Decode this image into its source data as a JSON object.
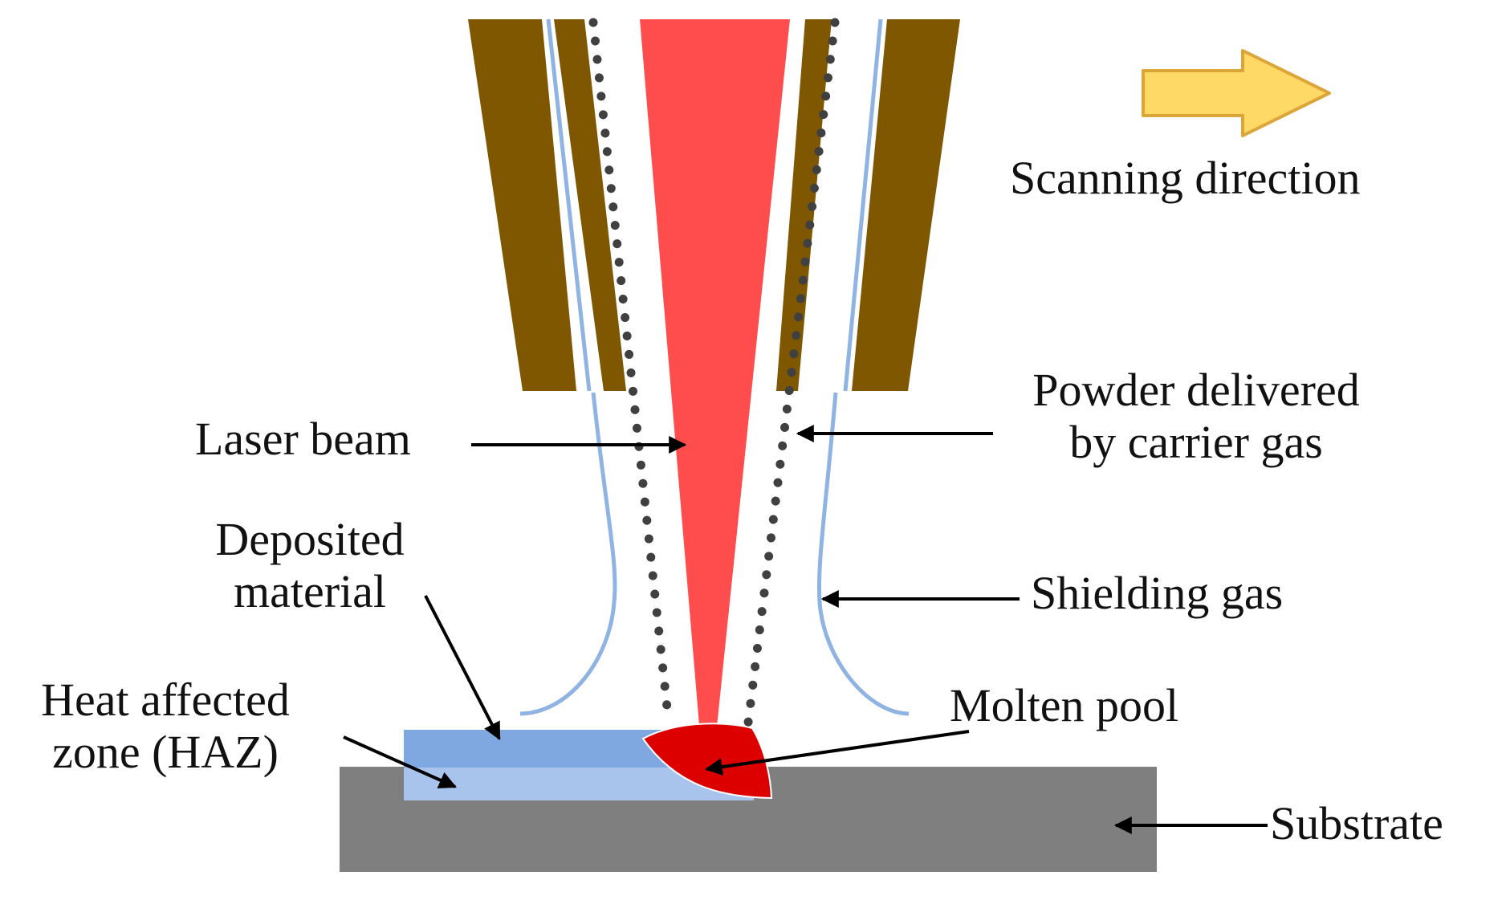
{
  "diagram": {
    "scan_label": "Scanning direction",
    "labels": {
      "laser_beam": "Laser beam",
      "powder_line1": "Powder delivered",
      "powder_line2": "by carrier gas",
      "deposited_line1": "Deposited",
      "deposited_line2": "material",
      "shielding_gas": "Shielding gas",
      "haz_line1": "Heat affected",
      "haz_line2": "zone (HAZ)",
      "molten_pool": "Molten pool",
      "substrate": "Substrate"
    },
    "colors": {
      "nozzle": "#7f5700",
      "laser": "#ff4d4d",
      "molten_pool": "#dd0000",
      "shielding_gas_line": "#8fb3e3",
      "deposited": "#7fa8e0",
      "haz": "#a9c4ec",
      "substrate": "#7f7f7f",
      "arrow_fill": "#ffd966",
      "arrow_stroke": "#dba53a",
      "powder_dots": "#404040"
    }
  }
}
